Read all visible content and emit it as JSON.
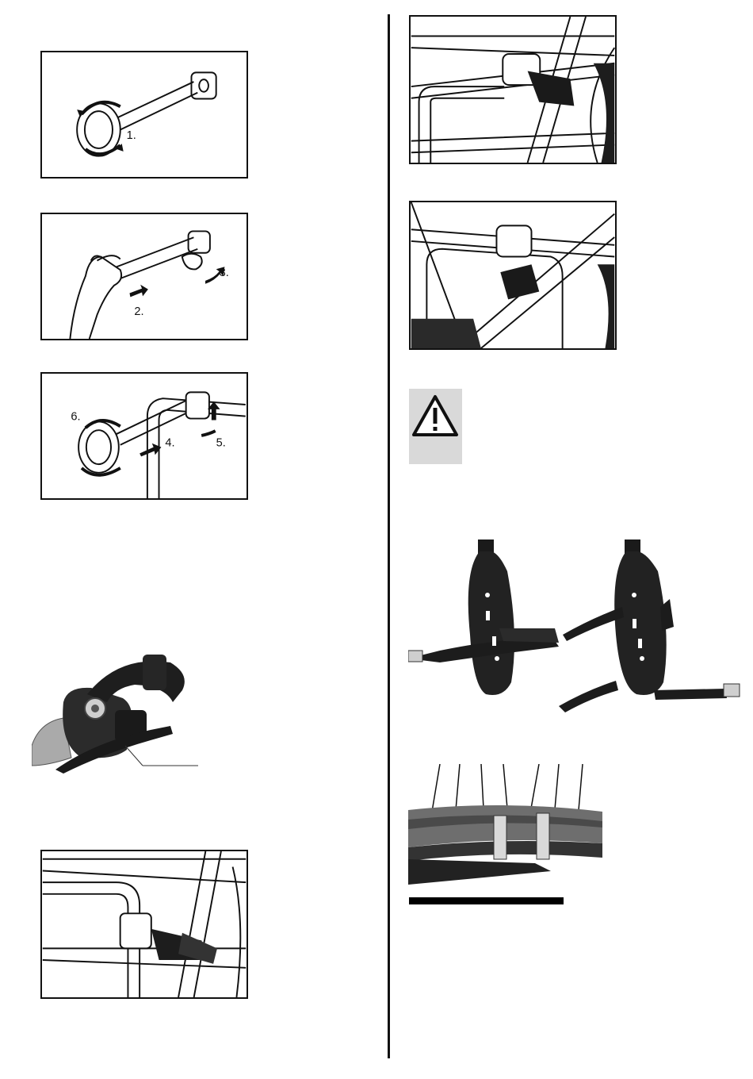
{
  "figures": {
    "fig1": {
      "steps": [
        "1."
      ]
    },
    "fig2": {
      "steps": [
        "2.",
        "3."
      ]
    },
    "fig3": {
      "steps": [
        "6.",
        "4.",
        "5."
      ]
    }
  },
  "icons": {
    "warning": "warning-triangle-icon"
  },
  "colors": {
    "ink": "#111111",
    "warning_bg": "#d9d9d9",
    "photo_gray": "#9a9a9a"
  }
}
